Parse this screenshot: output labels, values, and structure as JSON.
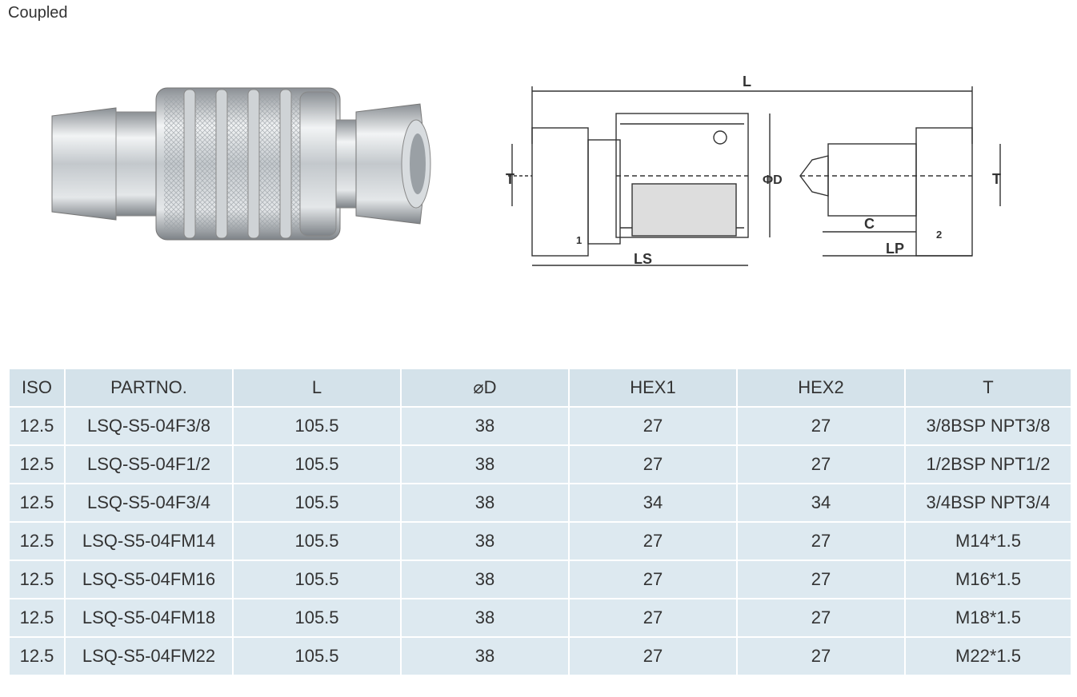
{
  "header": {
    "title": "Coupled"
  },
  "drawing_labels": {
    "L": "L",
    "D": "ΦD",
    "T_left": "T",
    "T_right": "T",
    "LS": "LS",
    "C": "C",
    "LP": "LP",
    "hex1": "1",
    "hex2": "2"
  },
  "table": {
    "columns": [
      "ISO",
      "PARTNO.",
      "L",
      "⌀D",
      "HEX1",
      "HEX2",
      "T"
    ],
    "rows": [
      [
        "12.5",
        "LSQ-S5-04F3/8",
        "105.5",
        "38",
        "27",
        "27",
        "3/8BSP NPT3/8"
      ],
      [
        "12.5",
        "LSQ-S5-04F1/2",
        "105.5",
        "38",
        "27",
        "27",
        "1/2BSP NPT1/2"
      ],
      [
        "12.5",
        "LSQ-S5-04F3/4",
        "105.5",
        "38",
        "34",
        "34",
        "3/4BSP NPT3/4"
      ],
      [
        "12.5",
        "LSQ-S5-04FM14",
        "105.5",
        "38",
        "27",
        "27",
        "M14*1.5"
      ],
      [
        "12.5",
        "LSQ-S5-04FM16",
        "105.5",
        "38",
        "27",
        "27",
        "M16*1.5"
      ],
      [
        "12.5",
        "LSQ-S5-04FM18",
        "105.5",
        "38",
        "27",
        "27",
        "M18*1.5"
      ],
      [
        "12.5",
        "LSQ-S5-04FM22",
        "105.5",
        "38",
        "27",
        "27",
        "M22*1.5"
      ]
    ]
  },
  "colors": {
    "cell_bg": "#dde9f0",
    "header_bg": "#d4e2ea",
    "text": "#333333"
  }
}
